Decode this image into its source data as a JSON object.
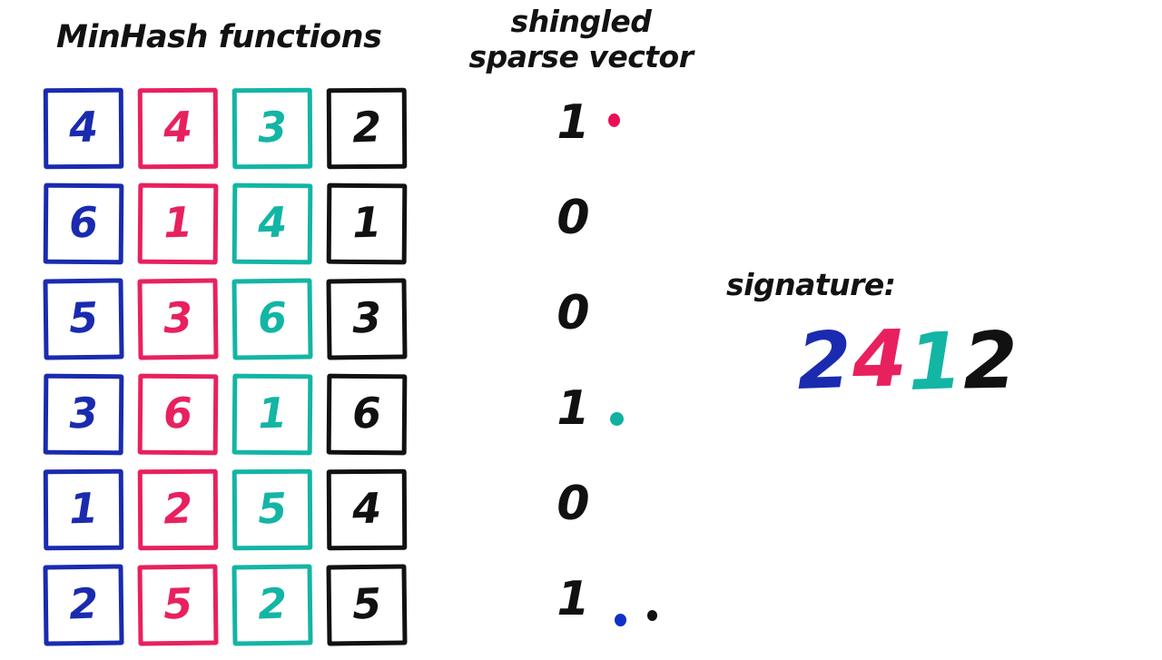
{
  "background": "#ffffff",
  "colors": {
    "blue": "#1a2bb0",
    "pink": "#e8215e",
    "teal": "#13b5a4",
    "black": "#111111"
  },
  "headings": {
    "minhash_title": "MinHash functions",
    "sparse_title_line1": "shingled",
    "sparse_title_line2": "sparse vector",
    "signature_label": "signature:"
  },
  "minhash_grid": {
    "columns": 4,
    "rows": 6,
    "column_colors": [
      "blue",
      "pink",
      "teal",
      "black"
    ],
    "values": [
      [
        "4",
        "4",
        "3",
        "2"
      ],
      [
        "6",
        "1",
        "4",
        "1"
      ],
      [
        "5",
        "3",
        "6",
        "3"
      ],
      [
        "3",
        "6",
        "1",
        "6"
      ],
      [
        "1",
        "2",
        "5",
        "4"
      ],
      [
        "2",
        "5",
        "2",
        "5"
      ]
    ]
  },
  "sparse_vector": {
    "values": [
      "1",
      "0",
      "0",
      "1",
      "0",
      "1"
    ],
    "markers": [
      [
        "pink"
      ],
      [],
      [],
      [
        "teal"
      ],
      [],
      [
        "blue",
        "black"
      ]
    ]
  },
  "signature": {
    "digits": [
      "2",
      "4",
      "1",
      "2"
    ],
    "digit_colors": [
      "blue",
      "pink",
      "teal",
      "black"
    ]
  }
}
